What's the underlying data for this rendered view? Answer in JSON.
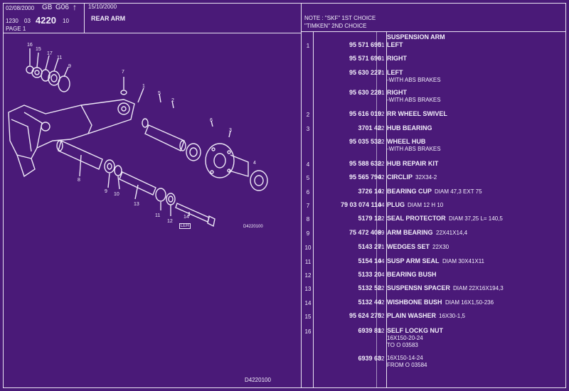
{
  "header": {
    "date1": "02/08/2000",
    "region": "GB",
    "group": "G06",
    "arrow": "↑",
    "code_a": "1230",
    "code_b": "03",
    "plate": "4220",
    "plate_suffix": "10",
    "page": "PAGE 1",
    "date2": "15/10/2000",
    "title": "REAR ARM"
  },
  "notes": [
    "NOTE : \"SKF\" 1ST CHOICE",
    "\"TIMKEN\" 2ND CHOICE"
  ],
  "parts": [
    {
      "item": "",
      "pn": "",
      "qt": "",
      "desc": "SUSPENSION ARM",
      "extra": "",
      "sub": []
    },
    {
      "item": "1",
      "pn": "95 571 695",
      "qt": "01",
      "desc": "LEFT",
      "extra": "",
      "sub": []
    },
    {
      "item": "",
      "pn": "95 571 696",
      "qt": "01",
      "desc": "RIGHT",
      "extra": "",
      "sub": []
    },
    {
      "item": "",
      "pn": "95 630 227",
      "qt": "01",
      "desc": "LEFT",
      "extra": "",
      "sub": [
        "-WITH ABS BRAKES"
      ]
    },
    {
      "item": "",
      "pn": "95 630 228",
      "qt": "01",
      "desc": "RIGHT",
      "extra": "",
      "sub": [
        "-WITH ABS BRAKES"
      ]
    },
    {
      "item": "2",
      "pn": "95 616 019",
      "qt": "02",
      "desc": "RR WHEEL SWIVEL",
      "extra": "",
      "sub": []
    },
    {
      "item": "3",
      "pn": "3701 42",
      "qt": "02",
      "desc": "HUB BEARING",
      "extra": "",
      "sub": []
    },
    {
      "item": "",
      "pn": "95 035 532",
      "qt": "02",
      "desc": "WHEEL HUB",
      "extra": "",
      "sub": [
        "-WITH ABS BRAKES"
      ]
    },
    {
      "item": "4",
      "pn": "95 588 632",
      "qt": "02",
      "desc": "HUB REPAIR KIT",
      "extra": "",
      "sub": []
    },
    {
      "item": "5",
      "pn": "95 565 794",
      "qt": "02",
      "desc": "CIRCLIP",
      "extra": "32X34-2",
      "sub": []
    },
    {
      "item": "6",
      "pn": "3726 14",
      "qt": "02",
      "desc": "BEARING CUP",
      "extra": "DIAM 47,3 EXT 75",
      "sub": []
    },
    {
      "item": "7",
      "pn": "79 03 074 114",
      "qt": "04",
      "desc": "PLUG",
      "extra": "DIAM 12 H 10",
      "sub": []
    },
    {
      "item": "8",
      "pn": "5179 12",
      "qt": "02",
      "desc": "SEAL PROTECTOR",
      "extra": "DIAM 37,25 L= 140,5",
      "sub": []
    },
    {
      "item": "9",
      "pn": "75 472 408",
      "qt": "99",
      "desc": "ARM BEARING",
      "extra": "22X41X14,4",
      "sub": []
    },
    {
      "item": "10",
      "pn": "5143 27",
      "qt": "01",
      "desc": "WEDGES SET",
      "extra": "22X30",
      "sub": []
    },
    {
      "item": "11",
      "pn": "5154 14",
      "qt": "04",
      "desc": "SUSP ARM SEAL",
      "extra": "DIAM 30X41X11",
      "sub": []
    },
    {
      "item": "12",
      "pn": "5133 20",
      "qt": "04",
      "desc": "BEARING BUSH",
      "extra": "",
      "sub": []
    },
    {
      "item": "13",
      "pn": "5132 52",
      "qt": "02",
      "desc": "SUSPENSN SPACER",
      "extra": "DIAM 22X16X194,3",
      "sub": []
    },
    {
      "item": "14",
      "pn": "5132 44",
      "qt": "02",
      "desc": "WISHBONE BUSH",
      "extra": "DIAM 16X1,50-236",
      "sub": []
    },
    {
      "item": "15",
      "pn": "95 624 275",
      "qt": "02",
      "desc": "PLAIN WASHER",
      "extra": "16X30-1,5",
      "sub": []
    },
    {
      "item": "16",
      "pn": "6939 81",
      "qt": "02",
      "desc": "SELF LOCKG NUT",
      "extra": "",
      "sub": [
        "16X150-20-24",
        "TO  O 03583"
      ]
    },
    {
      "item": "",
      "pn": "6939 63",
      "qt": "02",
      "desc": "",
      "extra": "",
      "sub": [
        "16X150-14-24",
        "FROM  O 03584"
      ]
    }
  ],
  "diagram": {
    "labels": [
      "16",
      "15",
      "17",
      "11",
      "9",
      "7",
      "1",
      "5",
      "2",
      "6",
      "3",
      "4",
      "8",
      "9",
      "10",
      "13",
      "11",
      "12",
      "14"
    ],
    "ref_small": "D4220100",
    "stamp": "LEH"
  },
  "footer": {
    "ref": "D4220100"
  }
}
